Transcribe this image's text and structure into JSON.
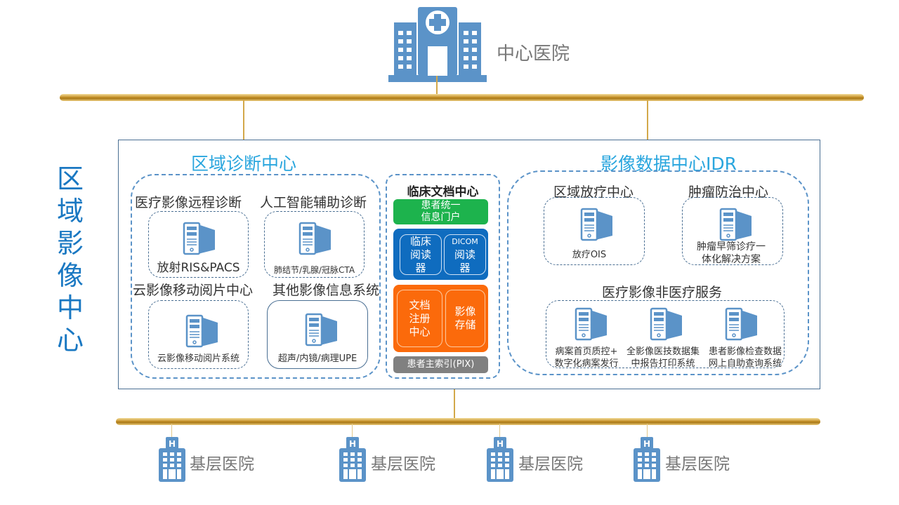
{
  "central_hospital": {
    "label": "中心医院",
    "icon": "hospital-building-icon"
  },
  "side_title": "区域影像中心",
  "regional_diagnosis": {
    "title": "区域诊断中心",
    "groups": [
      {
        "heading": "医疗影像远程诊断",
        "system": "放射RIS&PACS",
        "icon": "server-icon"
      },
      {
        "heading": "人工智能辅助诊断",
        "system": "肺结节/乳腺/冠脉CTA",
        "icon": "server-icon"
      },
      {
        "heading": "云影像移动阅片中心",
        "system": "云影像移动阅片系统",
        "icon": "server-icon"
      },
      {
        "heading": "其他影像信息系统",
        "system": "超声/内镜/病理UPE",
        "icon": "server-icon"
      }
    ]
  },
  "clinical_doc_center": {
    "title": "临床文档中心",
    "portal": "患者统一信息门户",
    "portal_lines": [
      "患者统一",
      "信息门户"
    ],
    "readers": [
      {
        "lines": [
          "临床",
          "阅读",
          "器"
        ]
      },
      {
        "lines": [
          "DICOM",
          "阅读",
          "器"
        ]
      }
    ],
    "storage": [
      {
        "lines": [
          "文档",
          "注册",
          "中心"
        ]
      },
      {
        "lines": [
          "影像",
          "存储"
        ]
      }
    ],
    "pix": "患者主索引(PIX)",
    "colors": {
      "portal": "#1db34d",
      "readers": "#0f6cbf",
      "storage": "#fb6a0b",
      "pix": "#808080"
    }
  },
  "image_data_center": {
    "title": "影像数据中心IDR",
    "groups": [
      {
        "heading": "区域放疗中心",
        "system": "放疗OIS",
        "icon": "server-icon"
      },
      {
        "heading": "肿瘤防治中心",
        "system_lines": [
          "肿瘤早筛诊疗一",
          "体化解决方案"
        ],
        "icon": "server-icon"
      }
    ],
    "non_medical": {
      "heading": "医疗影像非医疗服务",
      "systems": [
        {
          "lines": [
            "病案首页质控+",
            "数字化病案发行"
          ],
          "icon": "server-icon"
        },
        {
          "lines": [
            "全影像医技数据集",
            "中报告打印系统"
          ],
          "icon": "server-icon"
        },
        {
          "lines": [
            "患者影像检查数据",
            "网上自助查询系统"
          ],
          "icon": "server-icon"
        }
      ]
    }
  },
  "primary_hospitals": [
    {
      "label": "基层医院",
      "icon": "small-hospital-icon"
    },
    {
      "label": "基层医院",
      "icon": "small-hospital-icon"
    },
    {
      "label": "基层医院",
      "icon": "small-hospital-icon"
    },
    {
      "label": "基层医院",
      "icon": "small-hospital-icon"
    }
  ],
  "colors": {
    "accent_blue": "#29a6de",
    "icon_blue": "#5b93c8",
    "gold": "#c8952e"
  }
}
